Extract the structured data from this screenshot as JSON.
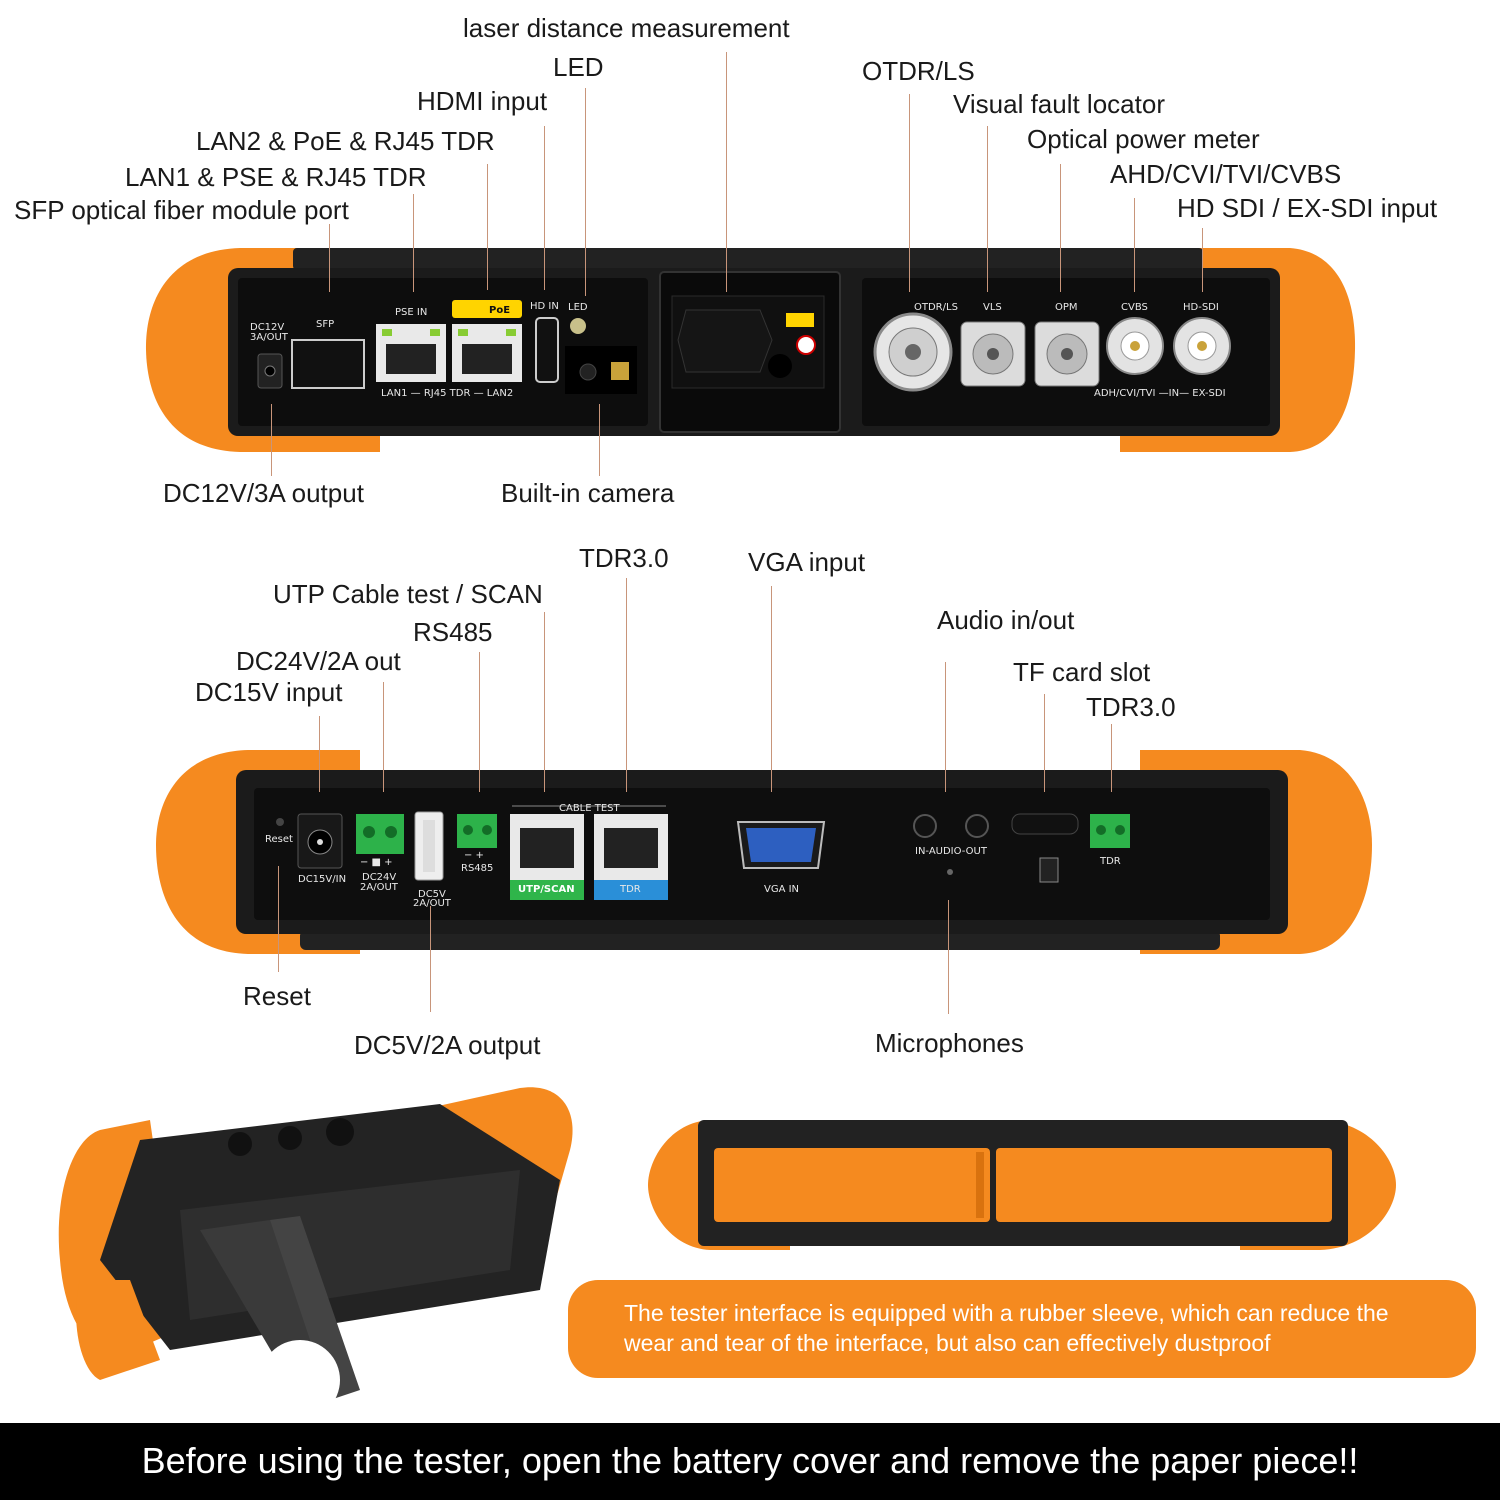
{
  "top_panel": {
    "callouts": {
      "laser": "laser distance measurement",
      "led": "LED",
      "hdmi": "HDMI input",
      "lan2": "LAN2 & PoE & RJ45 TDR",
      "lan1": "LAN1 & PSE & RJ45 TDR",
      "sfp": "SFP optical fiber module port",
      "otdr": "OTDR/LS",
      "vfl": "Visual fault locator",
      "opm": "Optical power meter",
      "ahd": "AHD/CVI/TVI/CVBS",
      "hdsdi": "HD SDI / EX-SDI input",
      "dc12": "DC12V/3A output",
      "camera": "Built-in camera"
    },
    "port_labels": {
      "dc12": "DC12V",
      "dc12b": "3A/OUT",
      "sfp": "SFP",
      "pse_in": "PSE IN",
      "poe": "PoE",
      "hd_in": "HD IN",
      "led": "LED",
      "rj45_row": "LAN1 — RJ45 TDR — LAN2",
      "otdr_ls": "OTDR/LS",
      "vls": "VLS",
      "opm": "OPM",
      "cvbs": "CVBS",
      "hd_sdi": "HD-SDI",
      "bnc_row": "ADH/CVI/TVI —IN— EX-SDI"
    }
  },
  "bottom_panel": {
    "callouts": {
      "tdr_a": "TDR3.0",
      "vga": "VGA input",
      "utp": "UTP Cable test / SCAN",
      "rs485": "RS485",
      "dc24": "DC24V/2A out",
      "dc15": "DC15V input",
      "audio": "Audio in/out",
      "tf": "TF card slot",
      "tdr_b": "TDR3.0",
      "reset": "Reset",
      "dc5": "DC5V/2A output",
      "mic": "Microphones"
    },
    "port_labels": {
      "reset": "Reset",
      "dc15": "DC15V/IN",
      "dc24": "DC24V",
      "dc24b": "2A/OUT",
      "dc5": "DC5V",
      "dc5b": "2A/OUT",
      "rs485": "RS485",
      "cable_test": "CABLE TEST",
      "utp_scan": "UTP/SCAN",
      "tdr": "TDR",
      "vga_in": "VGA IN",
      "audio": "IN-AUDIO-OUT",
      "tdr_port": "TDR",
      "polarity_a": "−   +",
      "polarity_b": "−  ■  +"
    }
  },
  "note": "The tester interface is equipped with a rubber sleeve, which can reduce the wear and tear of the interface, but also can effectively dustproof",
  "footer": "Before using the tester, open the battery cover and remove the paper piece!!",
  "colors": {
    "rubber": "#f58a1f",
    "rubber_dark": "#d9720e",
    "body": "#1b1b1b",
    "panel": "#101010",
    "leader": "#c8957a",
    "terminal_green": "#2db24a",
    "utp_green": "#2fb54a",
    "tdr_blue": "#2a8fd8",
    "poe_yellow": "#ffd400"
  }
}
